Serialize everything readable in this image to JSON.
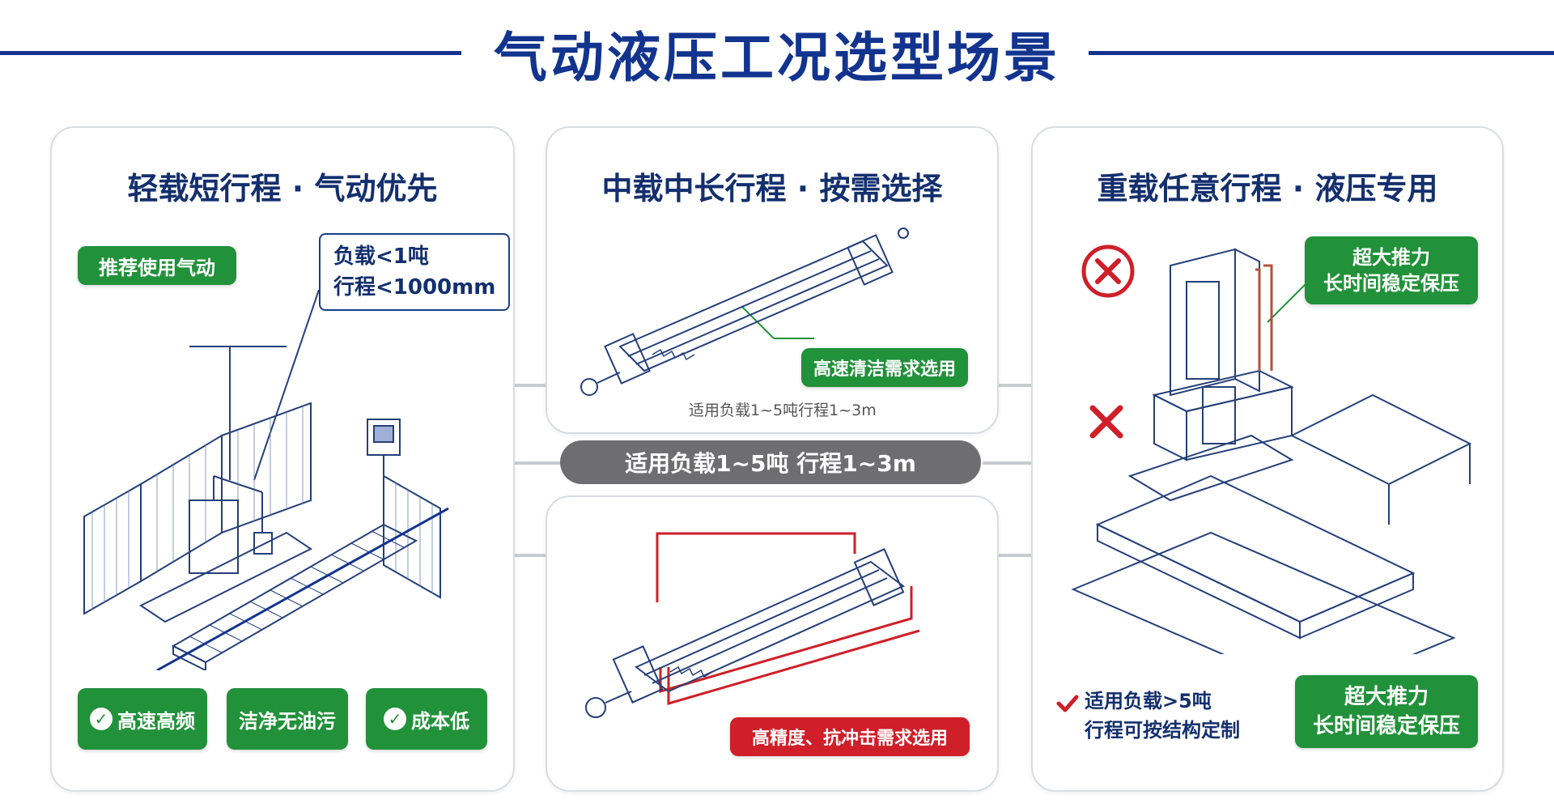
{
  "title": "气动液压工况选型场景",
  "colors": {
    "primary": "#12348f",
    "green": "#21913a",
    "red": "#cf1f28",
    "gray": "#6e6e70"
  },
  "left": {
    "title": "轻载短行程 · 气动优先",
    "badge": "推荐使用气动",
    "spec_line1": "负载<1吨",
    "spec_line2": "行程<1000mm",
    "features": [
      "高速高频",
      "洁净无油污",
      "成本低"
    ]
  },
  "middle": {
    "title": "中载中长行程 · 按需选择",
    "top_badge": "高速清洁需求选用",
    "top_note": "适用负载1~5吨行程1~3m",
    "pill": "适用负载1~5吨  行程1~3m",
    "bottom_badge": "高精度、抗冲击需求选用"
  },
  "right": {
    "title": "重载任意行程 · 液压专用",
    "top_badge_line1": "超大推力",
    "top_badge_line2": "长时间稳定保压",
    "bullet_line1": "适用负载>5吨",
    "bullet_line2": "行程可按结构定制",
    "bottom_badge_line1": "超大推力",
    "bottom_badge_line2": "长时间稳定保压"
  },
  "icons": [
    "check-circle-icon",
    "cross-circle-icon",
    "cross-icon",
    "checkmark-icon"
  ]
}
